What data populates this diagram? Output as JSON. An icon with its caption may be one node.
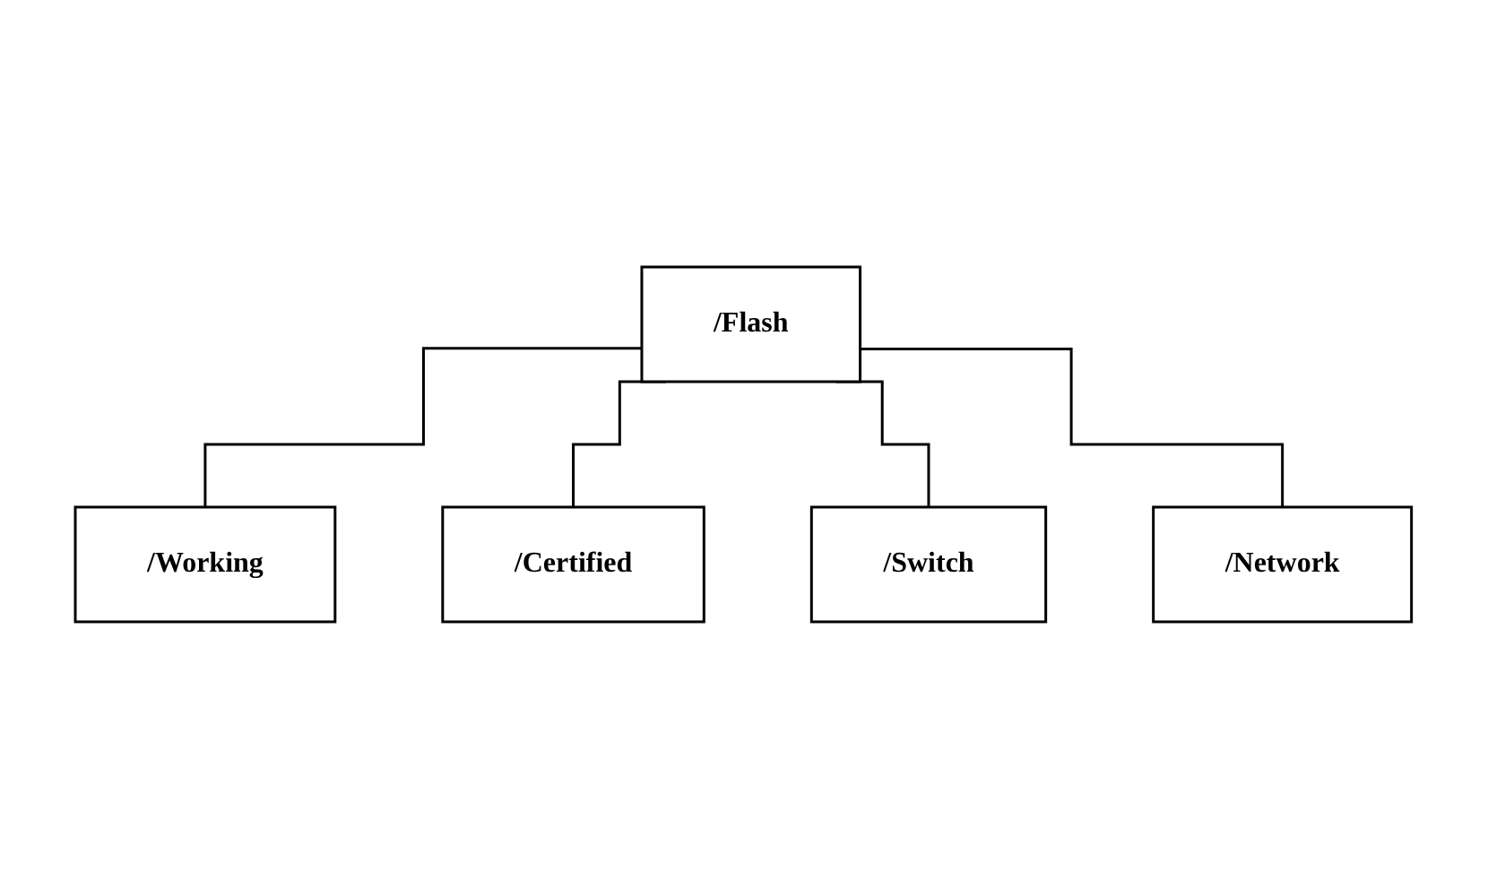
{
  "diagram": {
    "nodes": [
      {
        "text": [
          "/Flash"
        ]
      },
      {
        "text": [
          "/Working"
        ]
      },
      {
        "text": [
          "/Switch"
        ]
      },
      {
        "text": [
          "/Certified"
        ]
      },
      {
        "text": [
          "/Network"
        ]
      }
    ],
    "edges": [
      {
        "from": 0,
        "to": 1,
        "arrow": "none"
      },
      {
        "from": 0,
        "to": 3,
        "arrow": "none"
      },
      {
        "from": 0,
        "to": 2,
        "arrow": "none"
      },
      {
        "from": 0,
        "to": 4,
        "arrow": "none"
      }
    ]
  }
}
